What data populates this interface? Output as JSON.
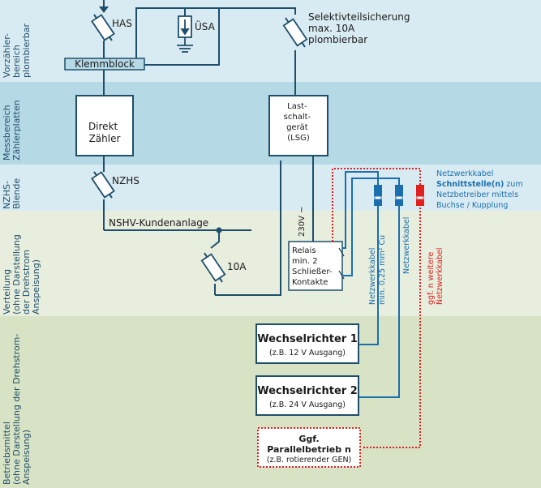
{
  "colors": {
    "band_top": "#d9ebf2",
    "band_mess": "#b6d9e6",
    "band_nzhs": "#d9ebf2",
    "band_vert": "#e8eedd",
    "band_betr": "#d7e3c4",
    "line_dark": "#1f4e6b",
    "line_blue": "#1b6fae",
    "line_red": "#e02020"
  },
  "bands": {
    "vorzaehler": "Vorzähler-\nbereich\nplombierbar",
    "mess": "Messbereich\nZählerplatten",
    "nzhs": "NZHS-\nBlende",
    "verteilung": "Verteilung\n(ohne Darstellung\nder Drehstrom\nAnspeisung)",
    "betrieb": "Betriebsmittel\n(ohne Darstellung der Drehstrom-\nAnspeisung)"
  },
  "labels": {
    "has": "HAS",
    "uesa": "ÜSA",
    "selektiv": "Selektivteilsicherung\nmax. 10A\nplombierbar",
    "klemmblock": "Klemmblock",
    "direkt": "Direkt\nZähler",
    "lsg": "Last-\nschalt-\ngerät\n(LSG)",
    "nzhs": "NZHS",
    "nshv": "NSHV-Kundenanlage",
    "a10": "10A",
    "v230": "230V ~",
    "relais": "Relais\nmin. 2\nSchließer-\nKontakte",
    "netzwerkkabel_v1": "Netzwerkkabel\nmin. 0,25 mm² Cu",
    "netzwerkkabel_v2": "Netzwerkkabel",
    "ggf_weitere": "ggf. n weitere\nNetzwerkkabel",
    "schnitt_1": "Netzwerkkabel",
    "schnitt_2": "Schnittstelle(n)",
    "schnitt_2b": " zum",
    "schnitt_3": "Netzbetreiber mittels",
    "schnitt_4": "Buchse / Kupplung"
  },
  "boxes": {
    "wr1_title": "Wechselrichter 1",
    "wr1_sub": "(z.B. 12 V Ausgang)",
    "wr2_title": "Wechselrichter 2",
    "wr2_sub": "(z.B. 24 V Ausgang)",
    "par_title1": "Ggf.",
    "par_title2": "Parallelbetrieb n",
    "par_sub": "(z.B. rotierender GEN)"
  }
}
